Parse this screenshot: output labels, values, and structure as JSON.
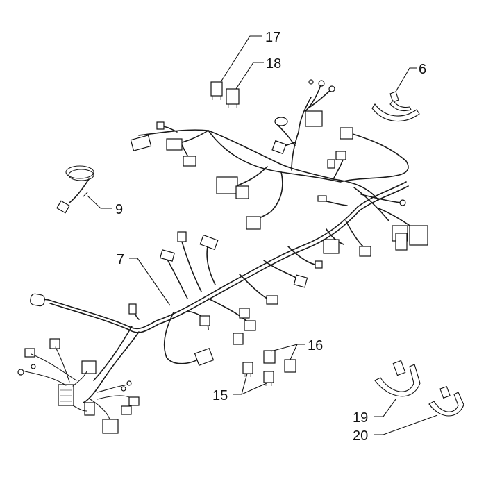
{
  "diagram": {
    "callouts": {
      "c6": "6",
      "c7": "7",
      "c9": "9",
      "c15": "15",
      "c16": "16",
      "c17": "17",
      "c18": "18",
      "c19": "19",
      "c20": "20"
    }
  }
}
